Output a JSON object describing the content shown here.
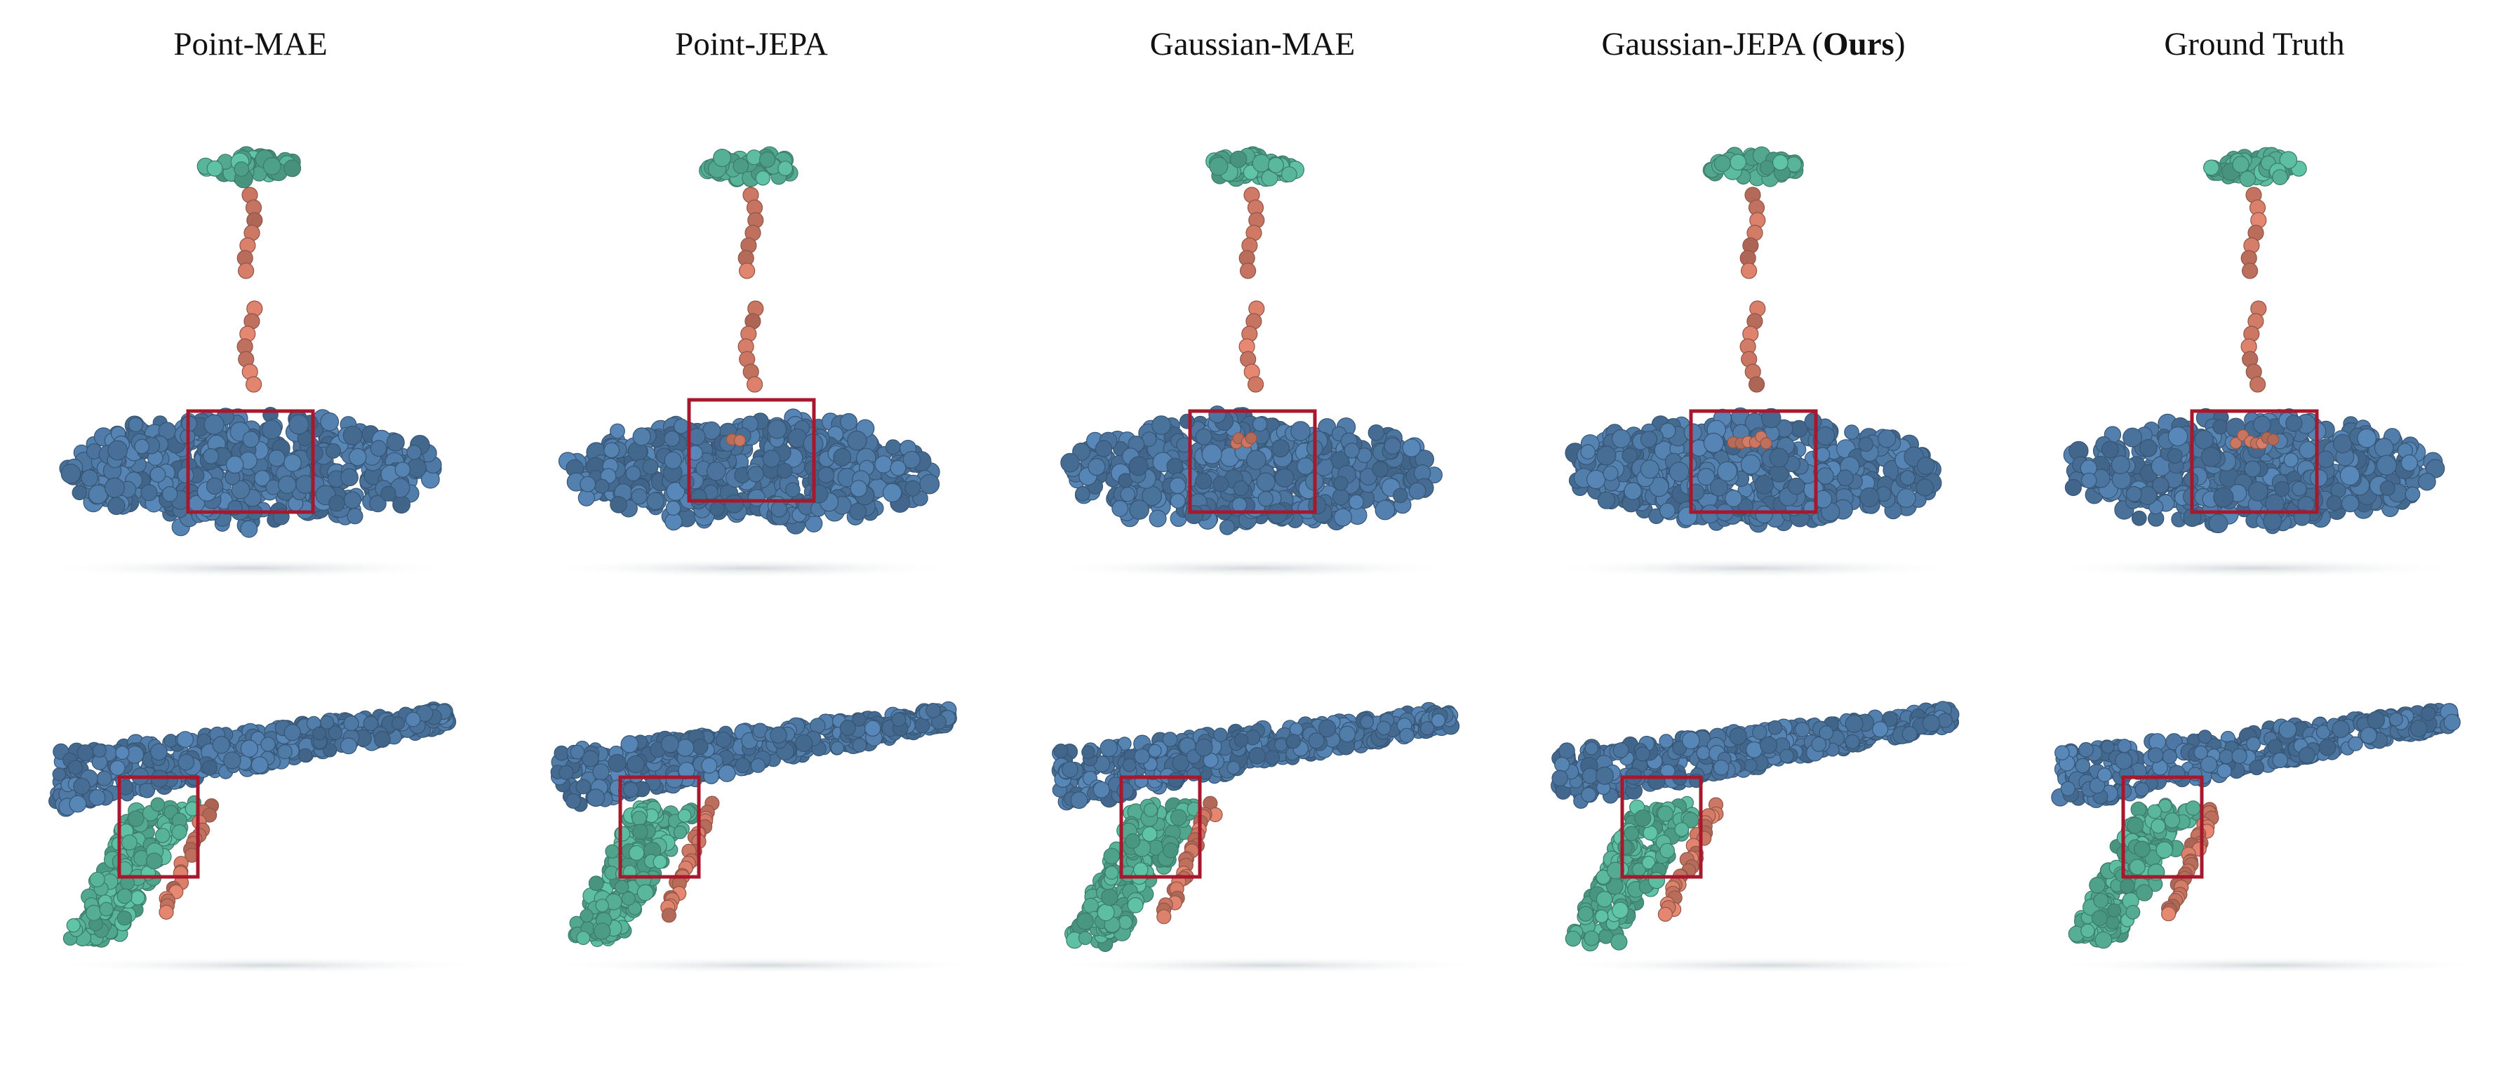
{
  "figure": {
    "columns": [
      {
        "title": "Point-MAE"
      },
      {
        "title": "Point-JEPA"
      },
      {
        "title": "Gaussian-MAE"
      },
      {
        "title_prefix": "Gaussian-JEPA (",
        "title_bold": "Ours",
        "title_suffix": ")"
      },
      {
        "title": "Ground Truth"
      }
    ],
    "rows": [
      {
        "object": "lamp",
        "tip_reveal": [
          0.0,
          0.25,
          0.5,
          0.8,
          1.0
        ]
      },
      {
        "object": "gun",
        "tip_reveal": [
          0.2,
          0.5,
          0.6,
          0.8,
          1.0
        ]
      }
    ],
    "colors": {
      "part_a": "#4f7aa6",
      "part_b": "#56b096",
      "part_c": "#d07a66",
      "highlight_box": "#a8182c",
      "shadow": "#d9dde0"
    }
  }
}
